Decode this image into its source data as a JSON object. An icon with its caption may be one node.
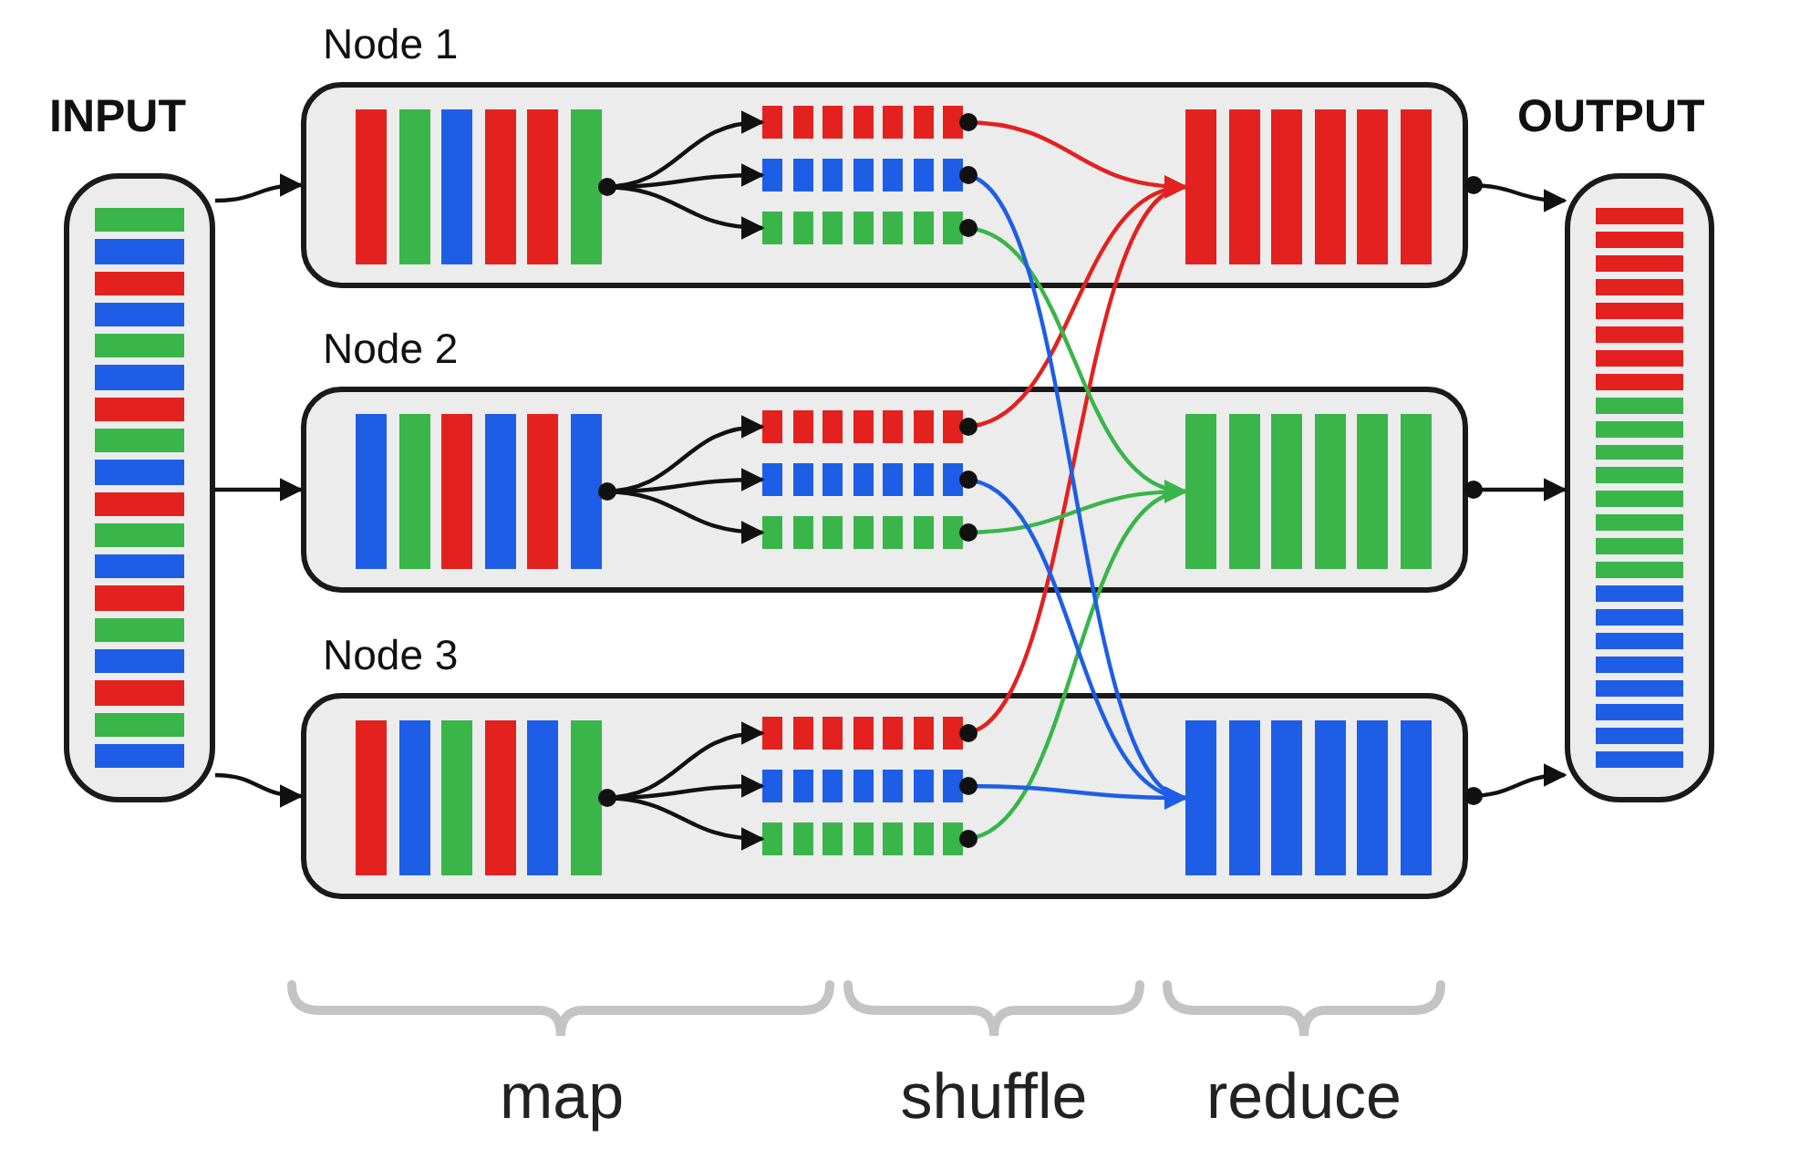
{
  "diagram": {
    "nodes": [
      {
        "text": [
          "INPUT"
        ]
      },
      {
        "text": [
          "Node 1"
        ]
      },
      {
        "text": [],
        "shape": "bar",
        "in": 1
      },
      {
        "text": [],
        "shape": "bar",
        "in": 1
      },
      {
        "text": [],
        "shape": "bar",
        "in": 1
      },
      {
        "text": [],
        "shape": "bar",
        "in": 1
      },
      {
        "text": [],
        "shape": "bar",
        "in": 1
      },
      {
        "text": [
          "Node 2"
        ]
      },
      {
        "text": [],
        "shape": "bar",
        "in": 7
      },
      {
        "text": [],
        "shape": "bar",
        "in": 7
      },
      {
        "text": [],
        "shape": "bar",
        "in": 7
      },
      {
        "text": [],
        "shape": "bar",
        "in": 7
      },
      {
        "text": [],
        "shape": "bar",
        "in": 7
      },
      {
        "text": [
          "Node 3"
        ]
      },
      {
        "text": [],
        "shape": "bar",
        "in": 13
      },
      {
        "text": [],
        "shape": "bar",
        "in": 13
      },
      {
        "text": [],
        "shape": "bar",
        "in": 13
      },
      {
        "text": [],
        "shape": "bar",
        "in": 13
      },
      {
        "text": [],
        "shape": "bar",
        "in": 13
      },
      {
        "text": [
          "OUTPUT"
        ]
      }
    ],
    "edges": [
      {
        "from": 0,
        "to": 1,
        "arrow": "to"
      },
      {
        "from": 0,
        "to": 7,
        "arrow": "to"
      },
      {
        "from": 0,
        "to": 13,
        "arrow": "to"
      },
      {
        "from": 2,
        "to": 3,
        "arrow": "to"
      },
      {
        "from": 2,
        "to": 4,
        "arrow": "to"
      },
      {
        "from": 2,
        "to": 5,
        "arrow": "to"
      },
      {
        "from": 8,
        "to": 9,
        "arrow": "to"
      },
      {
        "from": 8,
        "to": 10,
        "arrow": "to"
      },
      {
        "from": 8,
        "to": 11,
        "arrow": "to"
      },
      {
        "from": 14,
        "to": 15,
        "arrow": "to"
      },
      {
        "from": 14,
        "to": 16,
        "arrow": "to"
      },
      {
        "from": 14,
        "to": 17,
        "arrow": "to"
      },
      {
        "from": 3,
        "to": 6,
        "arrow": "to",
        "color": "#e3211f"
      },
      {
        "from": 9,
        "to": 6,
        "arrow": "to",
        "color": "#e3211f"
      },
      {
        "from": 15,
        "to": 6,
        "arrow": "to",
        "color": "#e3211f"
      },
      {
        "from": 5,
        "to": 12,
        "arrow": "to",
        "color": "#39b54a"
      },
      {
        "from": 11,
        "to": 12,
        "arrow": "to",
        "color": "#39b54a"
      },
      {
        "from": 17,
        "to": 12,
        "arrow": "to",
        "color": "#39b54a"
      },
      {
        "from": 4,
        "to": 18,
        "arrow": "to",
        "color": "#1e5ee6"
      },
      {
        "from": 10,
        "to": 18,
        "arrow": "to",
        "color": "#1e5ee6"
      },
      {
        "from": 16,
        "to": 18,
        "arrow": "to",
        "color": "#1e5ee6"
      },
      {
        "from": 1,
        "to": 19,
        "arrow": "to"
      },
      {
        "from": 7,
        "to": 19,
        "arrow": "to"
      },
      {
        "from": 13,
        "to": 19,
        "arrow": "to"
      }
    ],
    "labels": [
      "map",
      "shuffle",
      "reduce"
    ]
  }
}
